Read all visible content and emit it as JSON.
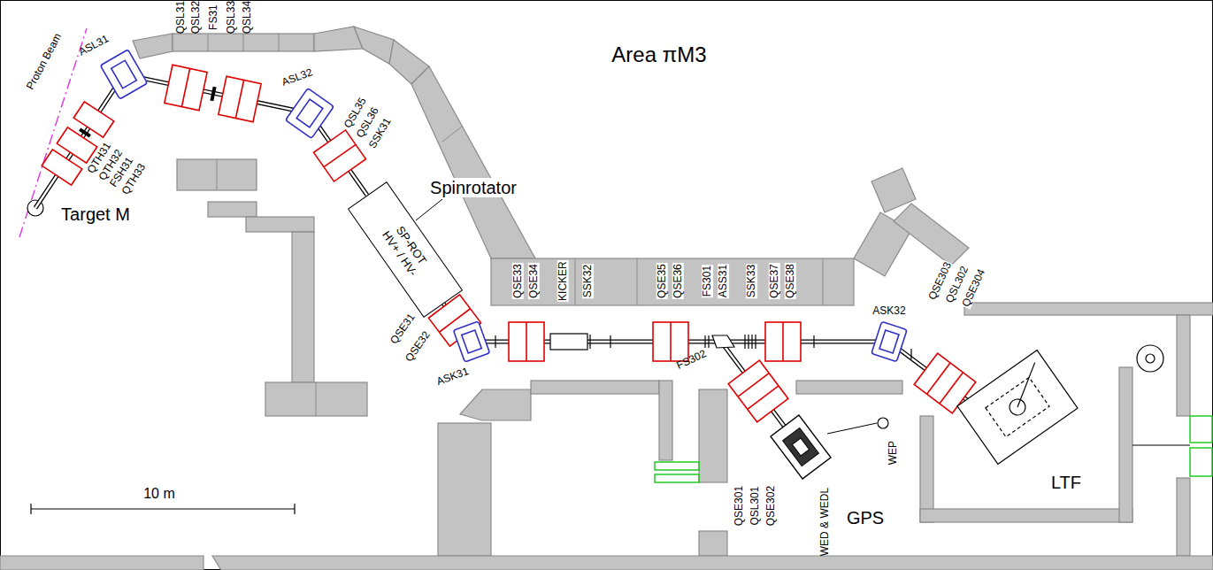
{
  "diagram": {
    "title": "Area πM3",
    "nodes": [
      {
        "text": [
          "SP-ROT",
          "HV+ / HV-"
        ]
      }
    ],
    "labels": [
      "Proton Beam",
      "ASL31",
      "QTH33",
      "FSH31",
      "QTH32",
      "QTH31",
      "Target M",
      "QSL31",
      "QSL32",
      "FS31",
      "QSL33",
      "QSL34",
      "ASL32",
      "QSL35",
      "QSL36",
      "SSK31",
      "Spinrotator",
      "QSE31",
      "QSE32",
      "ASK31",
      "QSE33",
      "QSE34",
      "KICKER",
      "SSK32",
      "QSE35",
      "QSE36",
      "FS301",
      "ASS31",
      "SSK33",
      "QSE37",
      "QSE38",
      "FS302",
      "ASK32",
      "QSE303",
      "QSL302",
      "QSE304",
      "QSE301",
      "QSL301",
      "QSE302",
      "WED & WEDL",
      "WEP",
      "GPS",
      "LTF",
      "10 m"
    ]
  }
}
